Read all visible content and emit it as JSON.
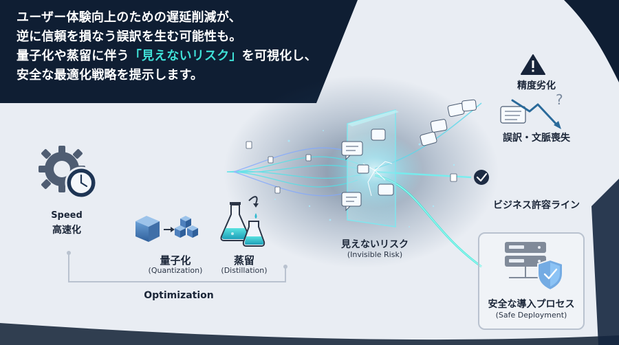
{
  "headline": {
    "line1": "ユーザー体験向上のための遅延削減が、",
    "line2": "逆に信頼を損なう誤訳を生む可能性も。",
    "line3_pre": "量子化や蒸留に伴う",
    "line3_highlight": "「見えないリスク」",
    "line3_post": "を可視化し、",
    "line4": "安全な最適化戦略を提示します。"
  },
  "speed": {
    "en": "Speed",
    "ja": "高速化"
  },
  "quantization": {
    "ja": "量子化",
    "en": "(Quantization)"
  },
  "distillation": {
    "ja": "蒸留",
    "en": "(Distillation)"
  },
  "optimization": {
    "label": "Optimization"
  },
  "invisible_risk": {
    "ja": "見えないリスク",
    "en": "(Invisible Risk)"
  },
  "accuracy_degradation": {
    "label": "精度劣化"
  },
  "mistranslation": {
    "label": "誤訳・文脈喪失"
  },
  "business_line": {
    "label": "ビジネス許容ライン"
  },
  "safe_deployment": {
    "ja": "安全な導入プロセス",
    "en": "(Safe Deployment)"
  },
  "colors": {
    "navy": "#0f1e33",
    "teal": "#2fd3c8",
    "blue": "#2a8cf0",
    "slate": "#4a5a70"
  }
}
